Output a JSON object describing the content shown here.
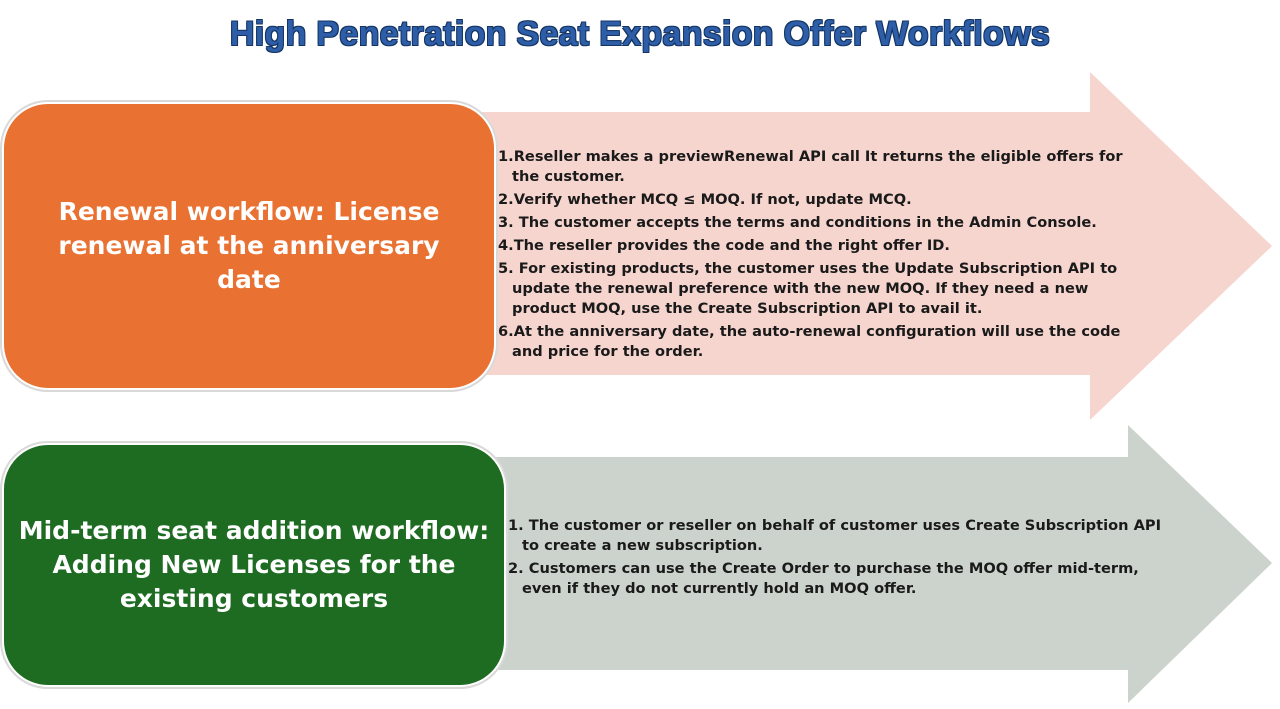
{
  "title": "High Penetration Seat Expansion Offer Workflows",
  "colors": {
    "title": "#2e5ea8",
    "renewal_box": "#e97132",
    "renewal_arrow": "#f7d5cf",
    "midterm_box": "#1e6b22",
    "midterm_arrow": "#ccd3cc"
  },
  "renewal": {
    "heading": "Renewal workflow: License renewal at the anniversary date",
    "steps": [
      "1.Reseller makes a previewRenewal API call It returns the eligible offers for the customer.",
      "2.Verify whether MCQ ≤ MOQ. If not, update MCQ.",
      "3. The customer accepts the terms and conditions in the Admin Console.",
      "4.The reseller provides the code and the right offer ID.",
      "5. For existing products, the customer uses the Update Subscription API to update the renewal preference with the new MOQ. If they need a new product MOQ, use the Create Subscription API to avail it.",
      "6.At the anniversary date, the auto-renewal configuration will use the code and price for the order."
    ]
  },
  "midterm": {
    "heading": "Mid-term seat addition workflow: Adding New Licenses for the existing customers",
    "steps": [
      "1. The customer or reseller on behalf of customer uses Create Subscription API to create a new subscription.",
      "2. Customers can use the Create Order to purchase the MOQ offer mid-term, even if they do not currently hold an MOQ offer."
    ]
  }
}
